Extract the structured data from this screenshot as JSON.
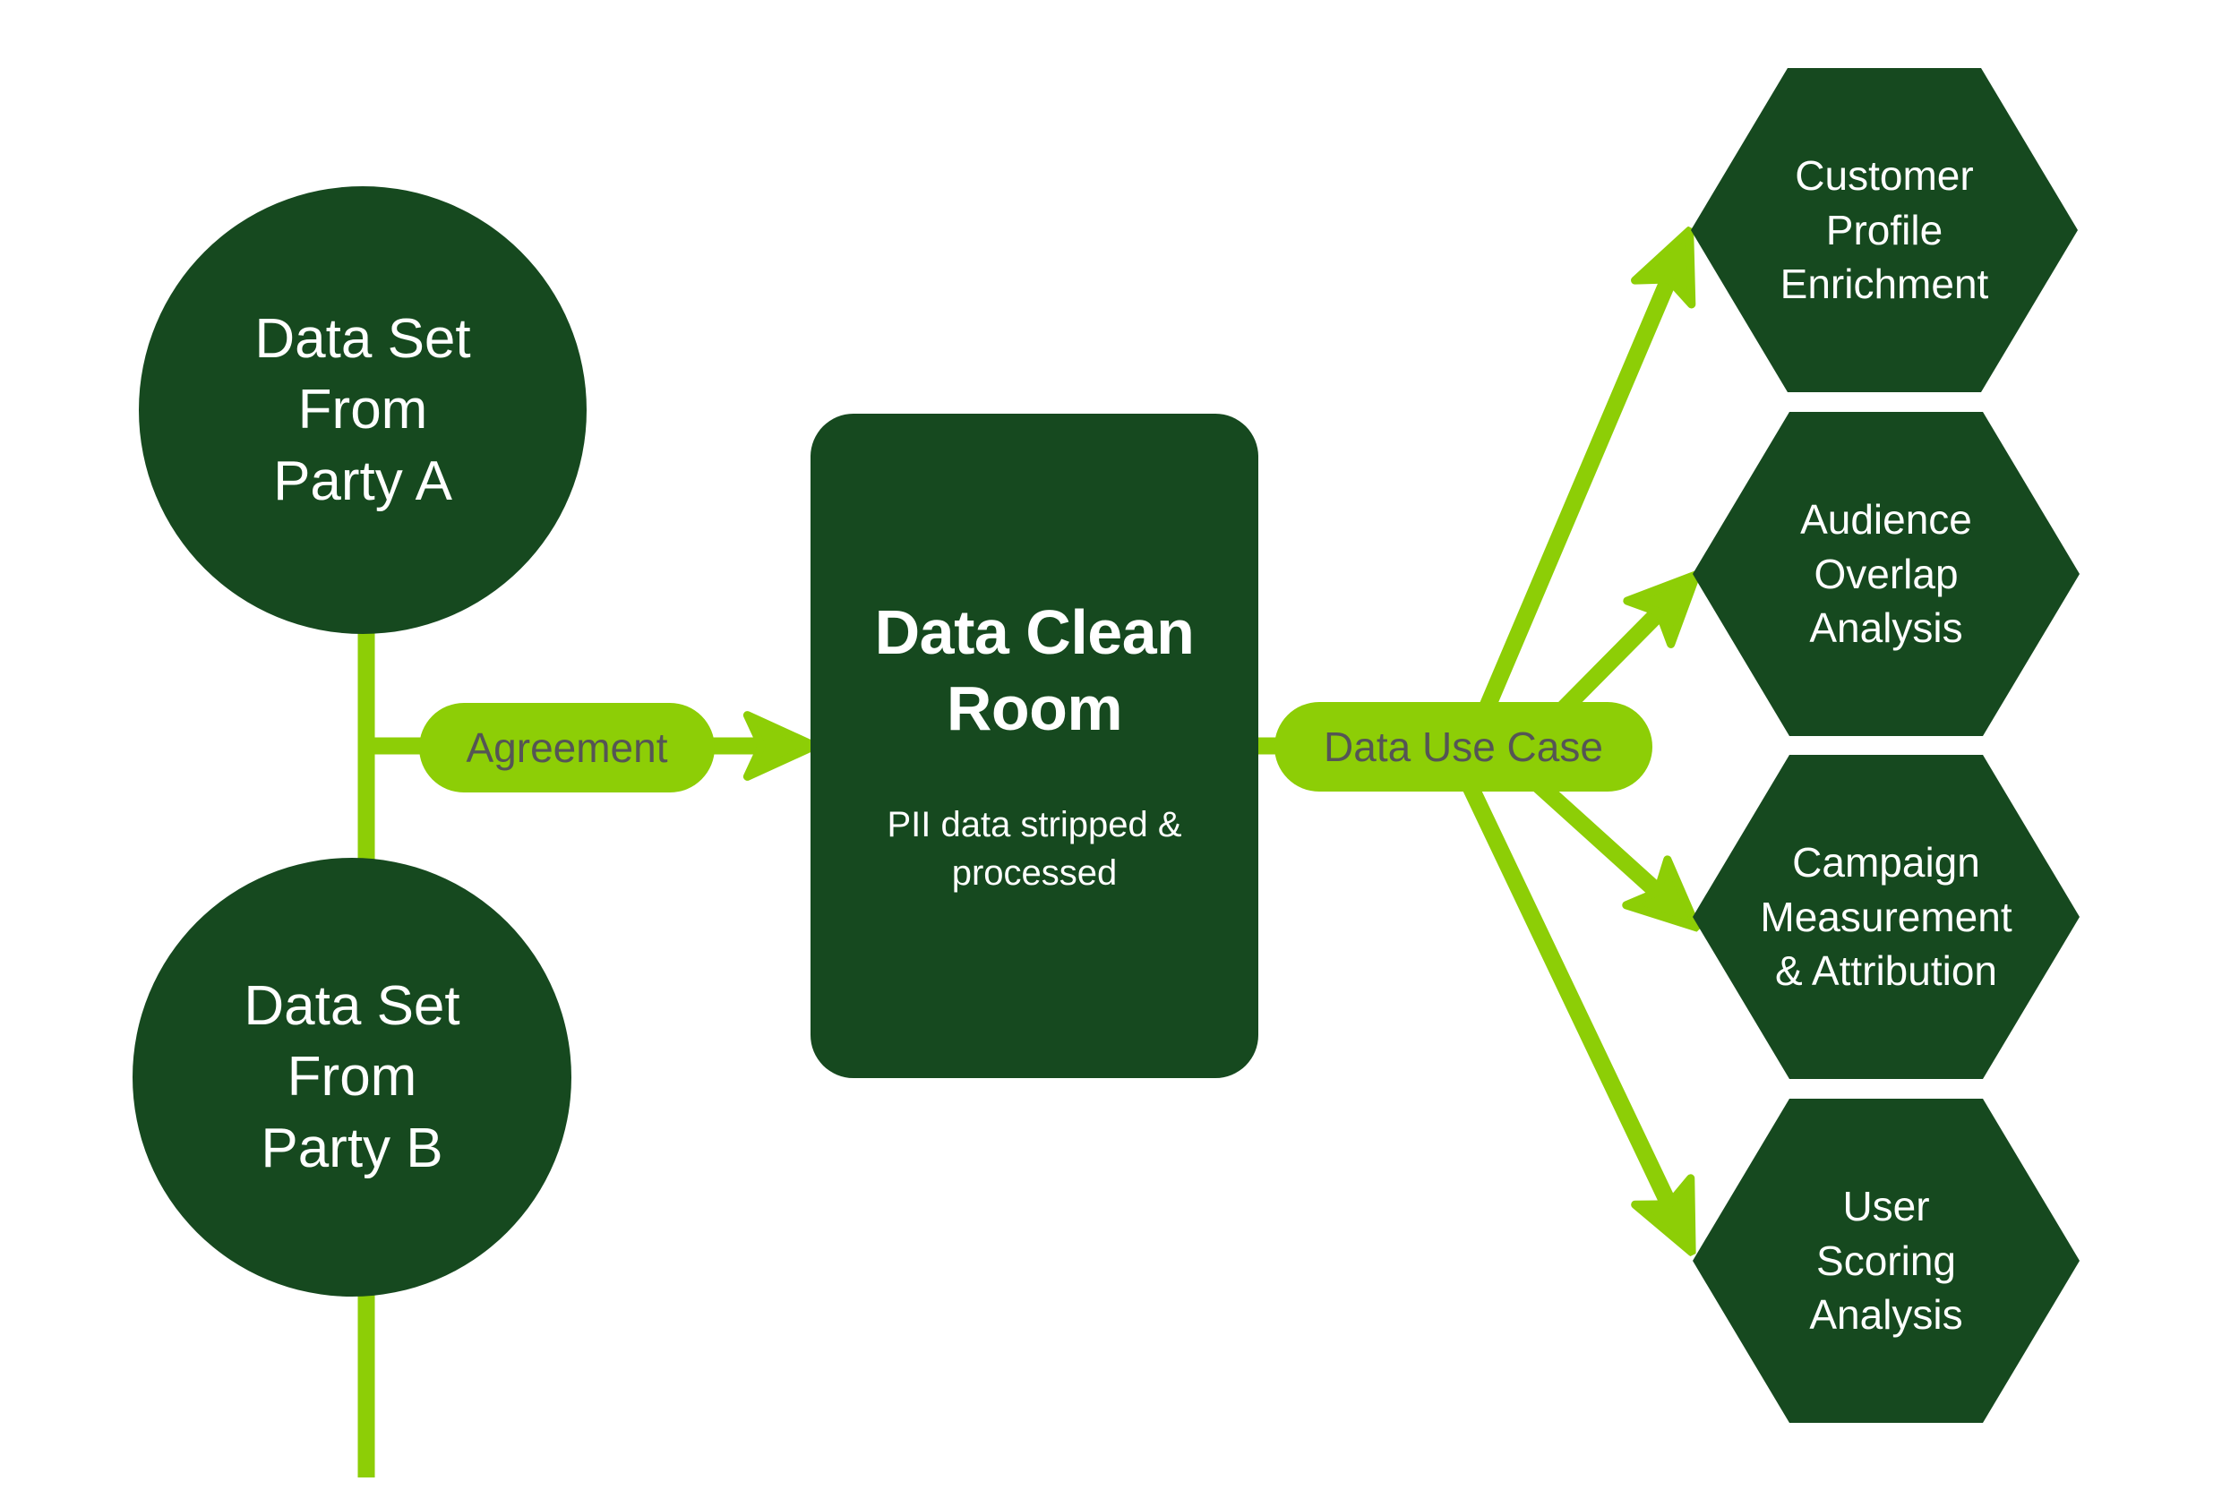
{
  "colors": {
    "dark_green": "#16491F",
    "lime_green": "#8DCE06",
    "pill_text": "#555555",
    "background": "#FFFFFF",
    "node_text": "#FFFFFF"
  },
  "sources": [
    {
      "id": "party-a",
      "lines": [
        "Data Set",
        "From",
        "Party A"
      ]
    },
    {
      "id": "party-b",
      "lines": [
        "Data Set",
        "From",
        "Party B"
      ]
    }
  ],
  "connectors": {
    "agreement_label": "Agreement",
    "data_use_case_label": "Data Use Case"
  },
  "clean_room": {
    "title_lines": [
      "Data Clean",
      "Room"
    ],
    "title": "Data Clean Room",
    "subtitle_lines": [
      "PII data stripped",
      "& processed"
    ],
    "subtitle": "PII data stripped & processed"
  },
  "use_cases": [
    {
      "id": "customer-profile-enrichment",
      "lines": [
        "Customer",
        "Profile",
        "Enrichment"
      ]
    },
    {
      "id": "audience-overlap-analysis",
      "lines": [
        "Audience",
        "Overlap",
        "Analysis"
      ]
    },
    {
      "id": "campaign-measurement-attribution",
      "lines": [
        "Campaign",
        "Measurement",
        "& Attribution"
      ]
    },
    {
      "id": "user-scoring-analysis",
      "lines": [
        "User",
        "Scoring",
        "Analysis"
      ]
    }
  ]
}
